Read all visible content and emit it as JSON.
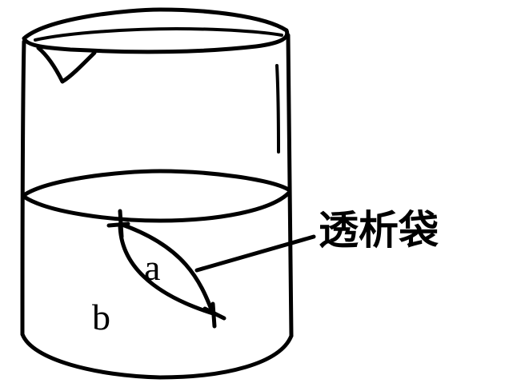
{
  "labels": {
    "membrane": "透析袋",
    "inside": "a",
    "outside": "b"
  },
  "colors": {
    "ink": "#000000",
    "background": "#ffffff"
  }
}
